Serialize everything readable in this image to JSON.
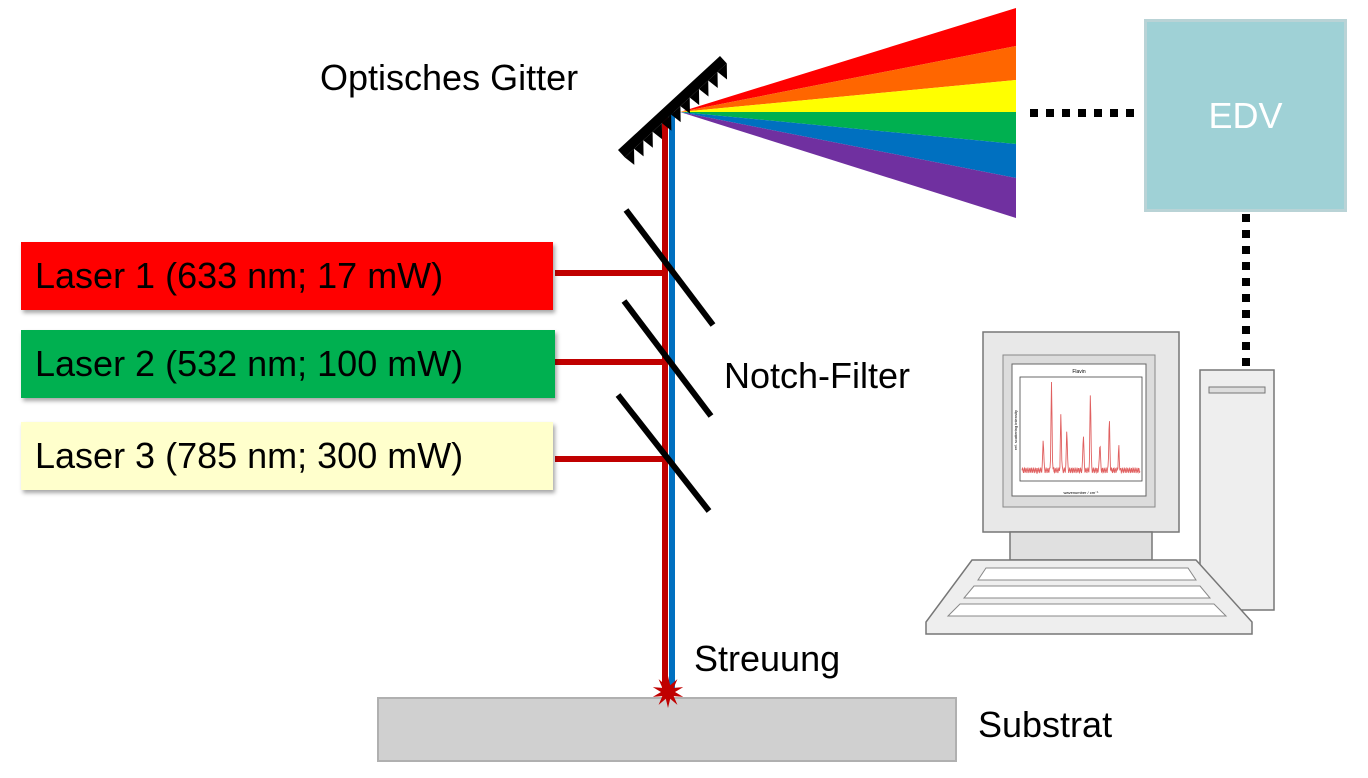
{
  "labels": {
    "grating": "Optisches Gitter",
    "notch_filter": "Notch-Filter",
    "scattering": "Streuung",
    "substrate": "Substrat",
    "edv": "EDV"
  },
  "lasers": [
    {
      "label": "Laser 1 (633 nm; 17 mW)",
      "color": "#ff0000"
    },
    {
      "label": "Laser 2 (532 nm; 100 mW)",
      "color": "#00b050"
    },
    {
      "label": "Laser 3 (785 nm; 300 mW)",
      "color": "#ffffcc"
    }
  ],
  "spectrum_colors": [
    "#ff0000",
    "#ff6600",
    "#ffff00",
    "#00b050",
    "#0070c0",
    "#7030a0"
  ],
  "colors": {
    "beam_red": "#c00000",
    "beam_blue": "#0070c0",
    "edv_box": "#9fd1d6",
    "substrate": "#d0d0d0"
  },
  "monitor_plot": {
    "title": "Flavin",
    "xlabel": "wavenumber / cm⁻¹",
    "ylabel": "ref. scattering intensity"
  }
}
